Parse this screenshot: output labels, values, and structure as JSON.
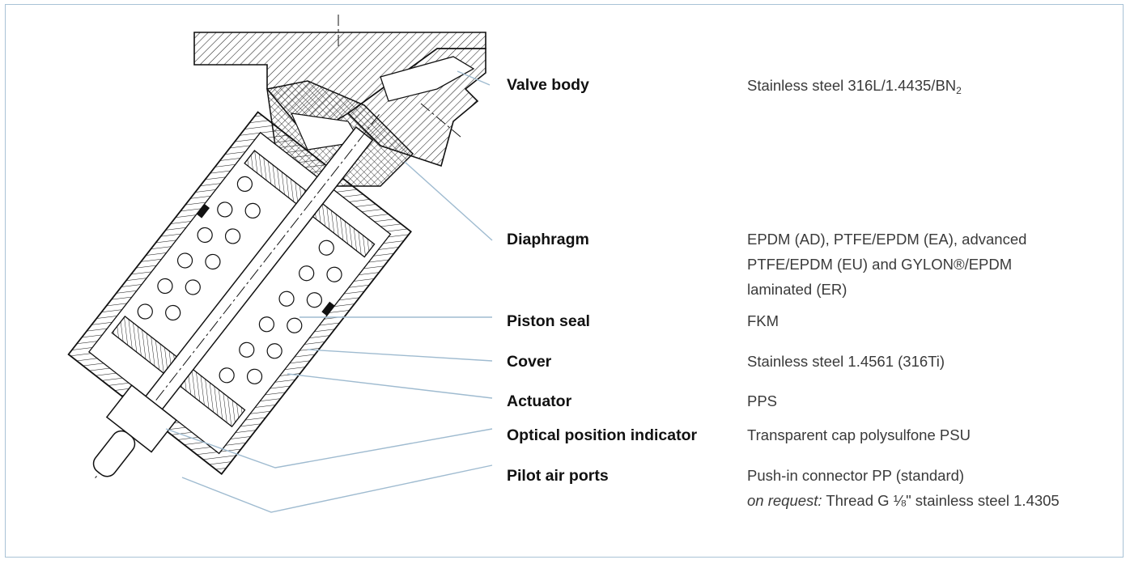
{
  "components": [
    {
      "key": "valve_body",
      "label": "Valve body",
      "value_lines": [
        "Stainless steel 316L/1.4435/BN"
      ],
      "value_subscript": "2"
    },
    {
      "key": "diaphragm",
      "label": "Diaphragm",
      "value_lines": [
        "EPDM (AD), PTFE/EPDM (EA), advanced",
        "PTFE/EPDM (EU) and GYLON®/EPDM",
        "laminated (ER)"
      ]
    },
    {
      "key": "piston_seal",
      "label": "Piston seal",
      "value_lines": [
        "FKM"
      ]
    },
    {
      "key": "cover",
      "label": "Cover",
      "value_lines": [
        "Stainless steel 1.4561 (316Ti)"
      ]
    },
    {
      "key": "actuator",
      "label": "Actuator",
      "value_lines": [
        "PPS"
      ]
    },
    {
      "key": "optical_indicator",
      "label": "Optical position indicator",
      "value_lines": [
        "Transparent cap polysulfone PSU"
      ]
    },
    {
      "key": "pilot_air",
      "label": "Pilot air ports",
      "value_lines": [
        "Push-in connector PP (standard)"
      ],
      "note_prefix": "on request:",
      "note_text": " Thread G ⅛\" stainless steel 1.4305"
    }
  ],
  "colors": {
    "leader_line": "#9fbbd0",
    "frame": "#a9c2d6",
    "label_text": "#111111",
    "value_text": "#3a3a3a"
  }
}
